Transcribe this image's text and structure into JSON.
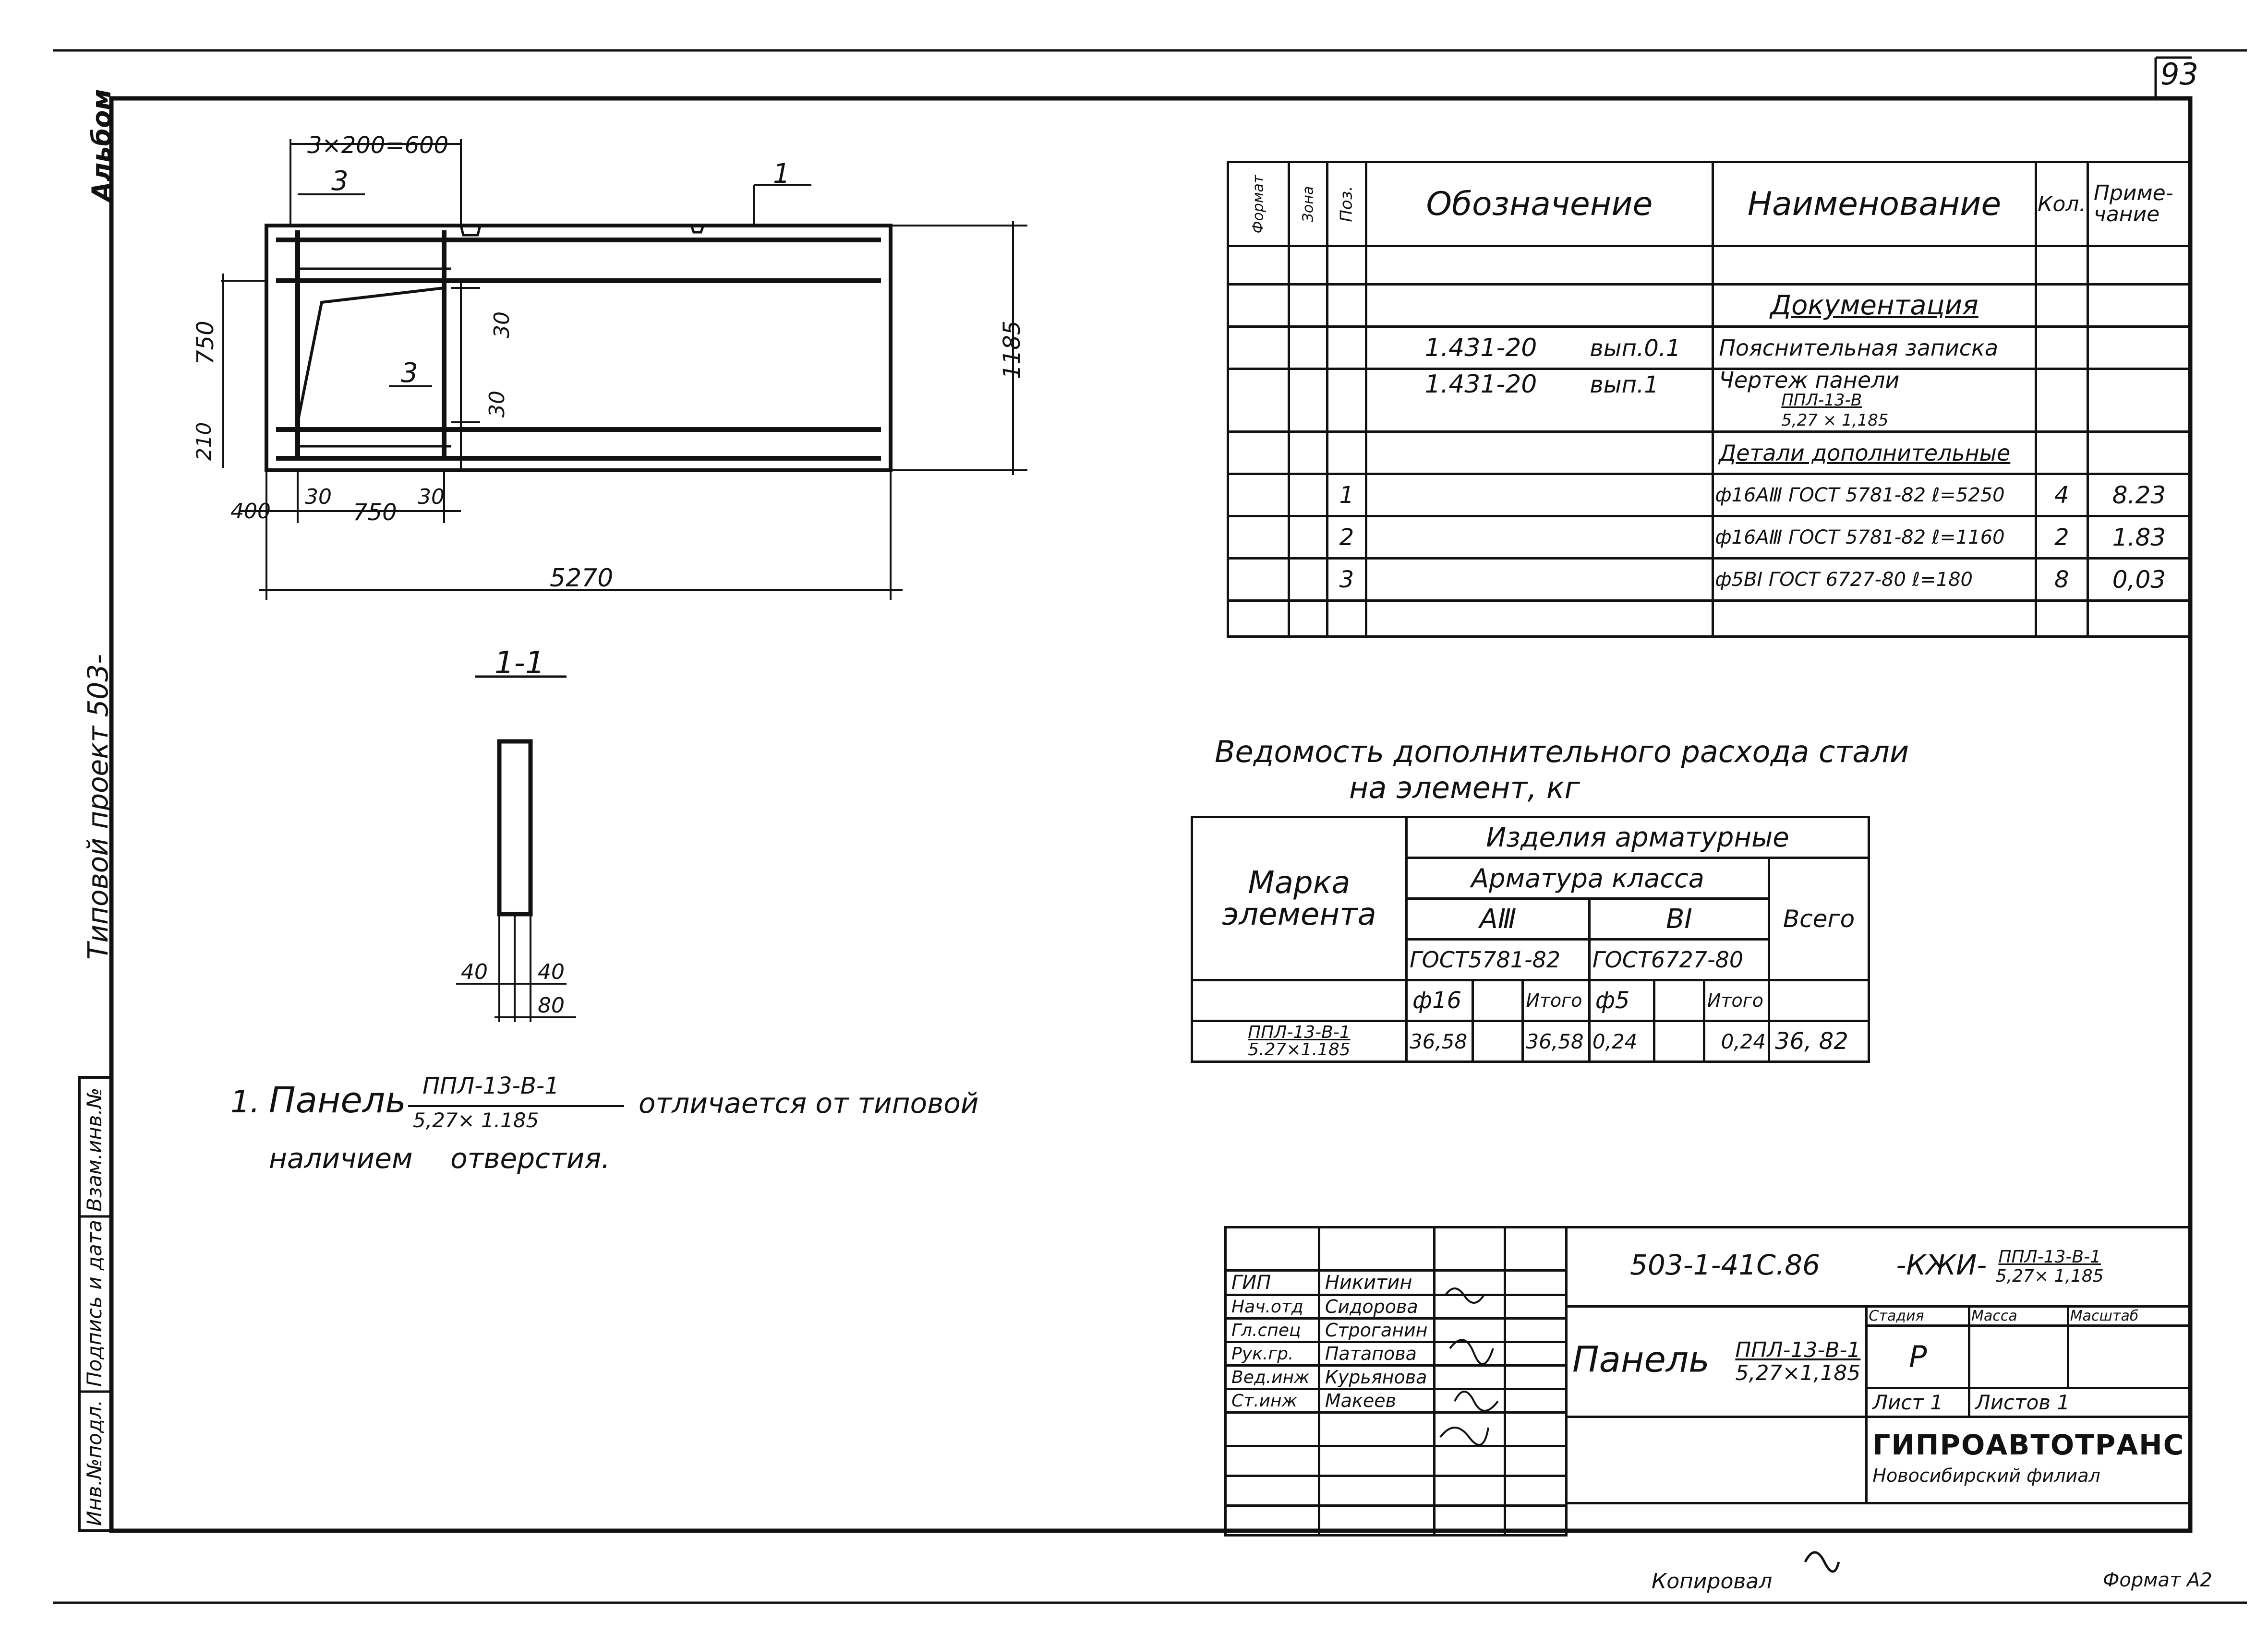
{
  "sheet_number": "93",
  "margin": {
    "album": "Альбом",
    "project": "Типовой проект 503-"
  },
  "stamp_columns": [
    "Инв.№подл.",
    "Подпись и дата",
    "Взам.инв.№"
  ],
  "plan": {
    "dim_top": "3×200=600",
    "section_mark_top": "3",
    "section_mark_mid": "3",
    "leader_1": "1",
    "dim_750": "750",
    "dim_210": "210",
    "dim_30a": "30",
    "dim_30b": "30",
    "dim_1185": "1185",
    "dim_400": "400",
    "dim_30c": "30",
    "dim_750b": "750",
    "dim_30d": "30",
    "dim_5270": "5270"
  },
  "section": {
    "title": "1-1",
    "dim_40a": "40",
    "dim_40b": "40",
    "dim_80": "80"
  },
  "note": {
    "num": "1.",
    "text_a": "Панель",
    "frac_top": "ППЛ-13-В-1",
    "frac_bottom": "5,27× 1.185",
    "text_b": "отличается от типовой",
    "text_c": "наличием отверстия."
  },
  "spec": {
    "headers": [
      "Формат",
      "Зона",
      "Поз.",
      "Обозначение",
      "Наименование",
      "Кол.",
      "Приме-чание"
    ],
    "section_title": "Документация",
    "rows": [
      {
        "pos": "",
        "code": "1.431-20",
        "code2": "вып.0.1",
        "name": "Пояснительная записка",
        "qty": "",
        "note": ""
      },
      {
        "pos": "",
        "code": "1.431-20",
        "code2": "вып.1",
        "name": "Чертеж панели",
        "qty": "",
        "note": ""
      },
      {
        "pos": "",
        "code": "",
        "code2": "",
        "name": "ППЛ-13-В",
        "qty": "",
        "note": ""
      },
      {
        "pos": "",
        "code": "",
        "code2": "",
        "name": "5,27 × 1,185",
        "qty": "",
        "note": ""
      },
      {
        "pos": "",
        "code": "",
        "code2": "",
        "name": "Детали дополнительные",
        "qty": "",
        "note": ""
      },
      {
        "pos": "1",
        "code": "",
        "code2": "",
        "name": "ф16АⅢ ГОСТ 5781-82 ℓ=5250",
        "qty": "4",
        "note": "8.23"
      },
      {
        "pos": "2",
        "code": "",
        "code2": "",
        "name": "ф16АⅢ ГОСТ 5781-82 ℓ=1160",
        "qty": "2",
        "note": "1.83"
      },
      {
        "pos": "3",
        "code": "",
        "code2": "",
        "name": "ф5ВⅠ ГОСТ 6727-80 ℓ=180",
        "qty": "8",
        "note": "0,03"
      }
    ]
  },
  "steel": {
    "title_a": "Ведомость дополнительного расхода стали",
    "title_b": "на элемент, кг",
    "h_marka": "Марка элемента",
    "h_izd": "Изделия арматурные",
    "h_arm": "Арматура класса",
    "h_a3": "АⅢ",
    "h_b1": "ВⅠ",
    "h_gost1": "ГОСТ5781-82",
    "h_gost2": "ГОСТ6727-80",
    "h_total": "Всего",
    "h_f16": "ф16",
    "h_itog1": "Итого",
    "h_f5": "ф5",
    "h_itog2": "Итого",
    "row_marka_top": "ППЛ-13-В-1",
    "row_marka_bottom": "5.27×1.185",
    "v_f16": "36,58",
    "v_itog1": "36,58",
    "v_f5": "0,24",
    "v_itog2": "0,24",
    "v_total": "36, 82"
  },
  "title_block": {
    "roles": [
      "ГИП",
      "Нач.отд",
      "Гл.спец",
      "Рук.гр.",
      "Вед.инж",
      "Ст.инж"
    ],
    "names": [
      "Никитин",
      "Сидорова",
      "Строганин",
      "Патапова",
      "Курьянова",
      "Макеев"
    ],
    "doc_code": "503-1-41С.86",
    "doc_suffix": "-КЖИ-",
    "doc_frac_top": "ППЛ-13-В-1",
    "doc_frac_bottom": "5,27× 1,185",
    "title_a": "Панель",
    "title_frac_top": "ППЛ-13-В-1",
    "title_frac_bottom": "5,27×1,185",
    "h_stage": "Стадия",
    "h_mass": "Масса",
    "h_scale": "Масштаб",
    "stage": "Р",
    "sheet": "Лист 1",
    "sheets": "Листов 1",
    "org": "ГИПРОАВТОТРАНС",
    "branch": "Новосибирский филиал"
  },
  "footer": {
    "copied": "Копировал",
    "format": "Формат А2"
  }
}
